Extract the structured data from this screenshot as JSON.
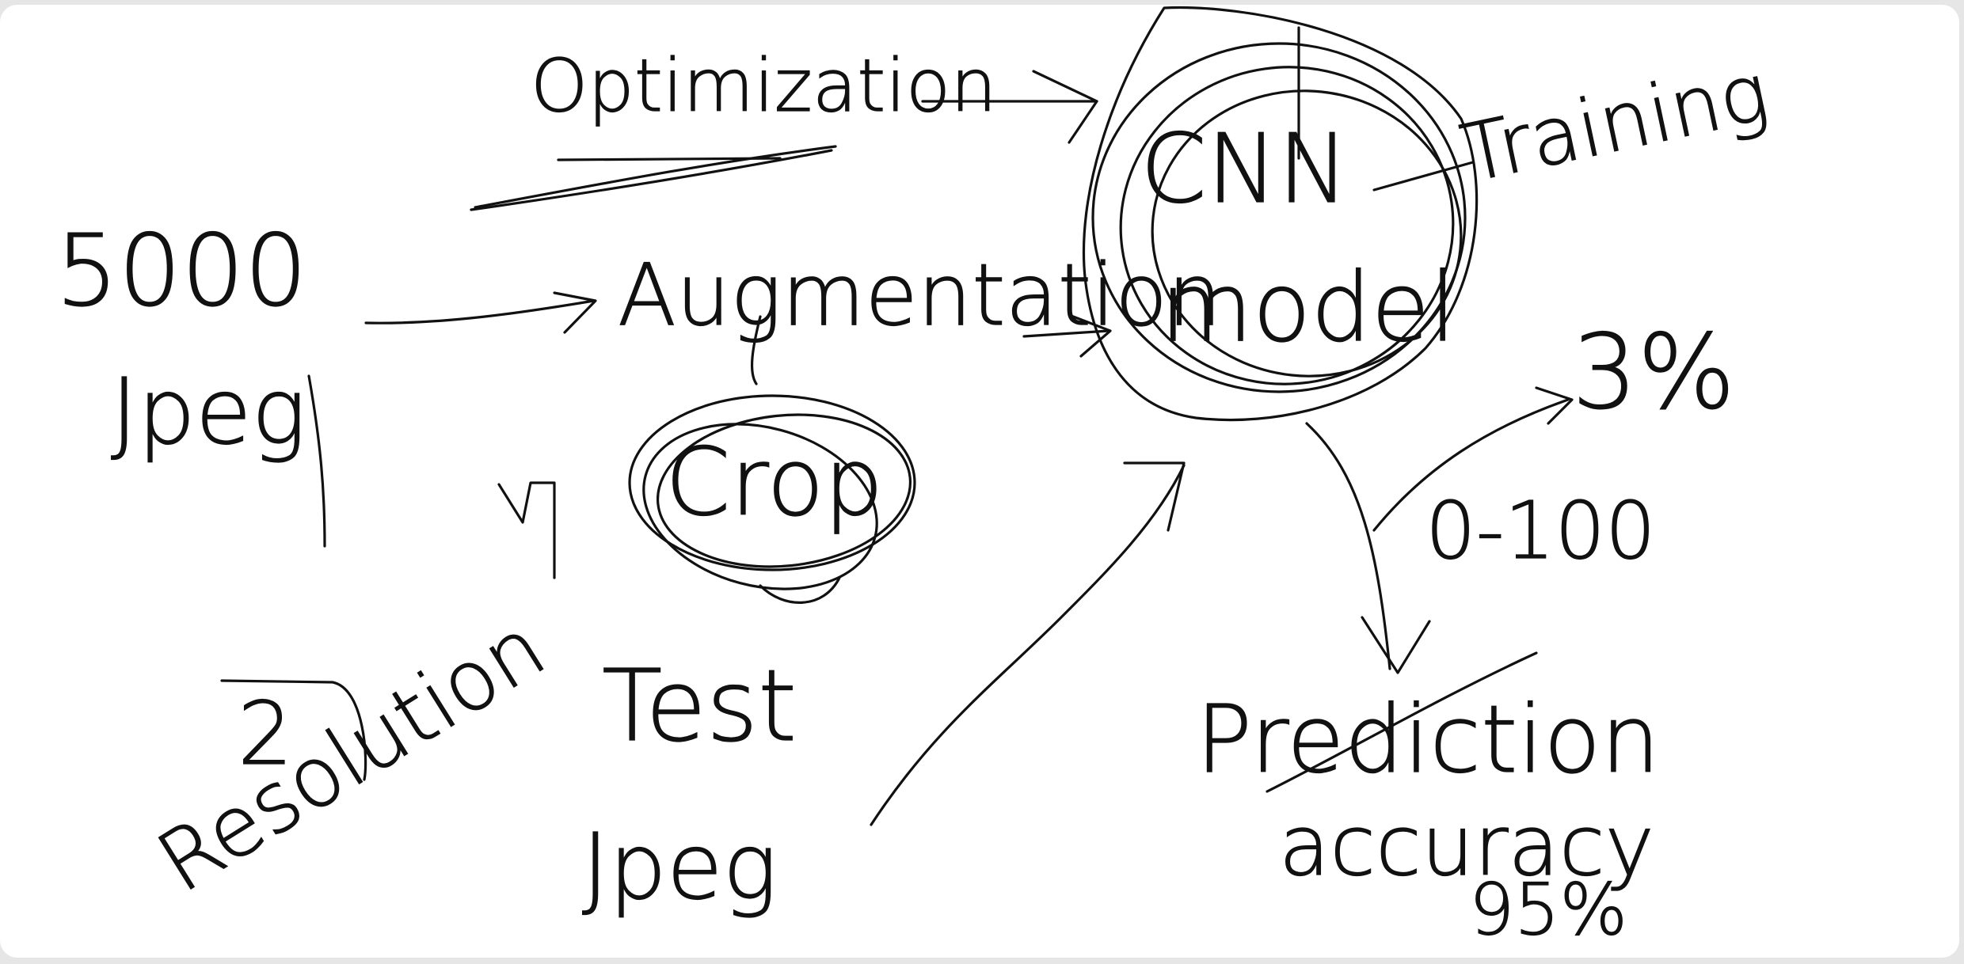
{
  "labels": {
    "optimization": "Optimization",
    "cnn": "CNN",
    "training": "Training",
    "count": "5000",
    "jpeg_input": "Jpeg",
    "augmentation": "Augmentation",
    "model": "model",
    "crop": "Crop",
    "percent": "3%",
    "range": "0-100",
    "resolution_value": "2",
    "resolution": "Resolution",
    "test": "Test",
    "jpeg_test": "Jpeg",
    "prediction": "Prediction",
    "accuracy": "accuracy",
    "accuracy_value": "95%"
  },
  "colors": {
    "ink": "#111111",
    "canvas": "#ffffff",
    "background": "#e6e6e6"
  }
}
